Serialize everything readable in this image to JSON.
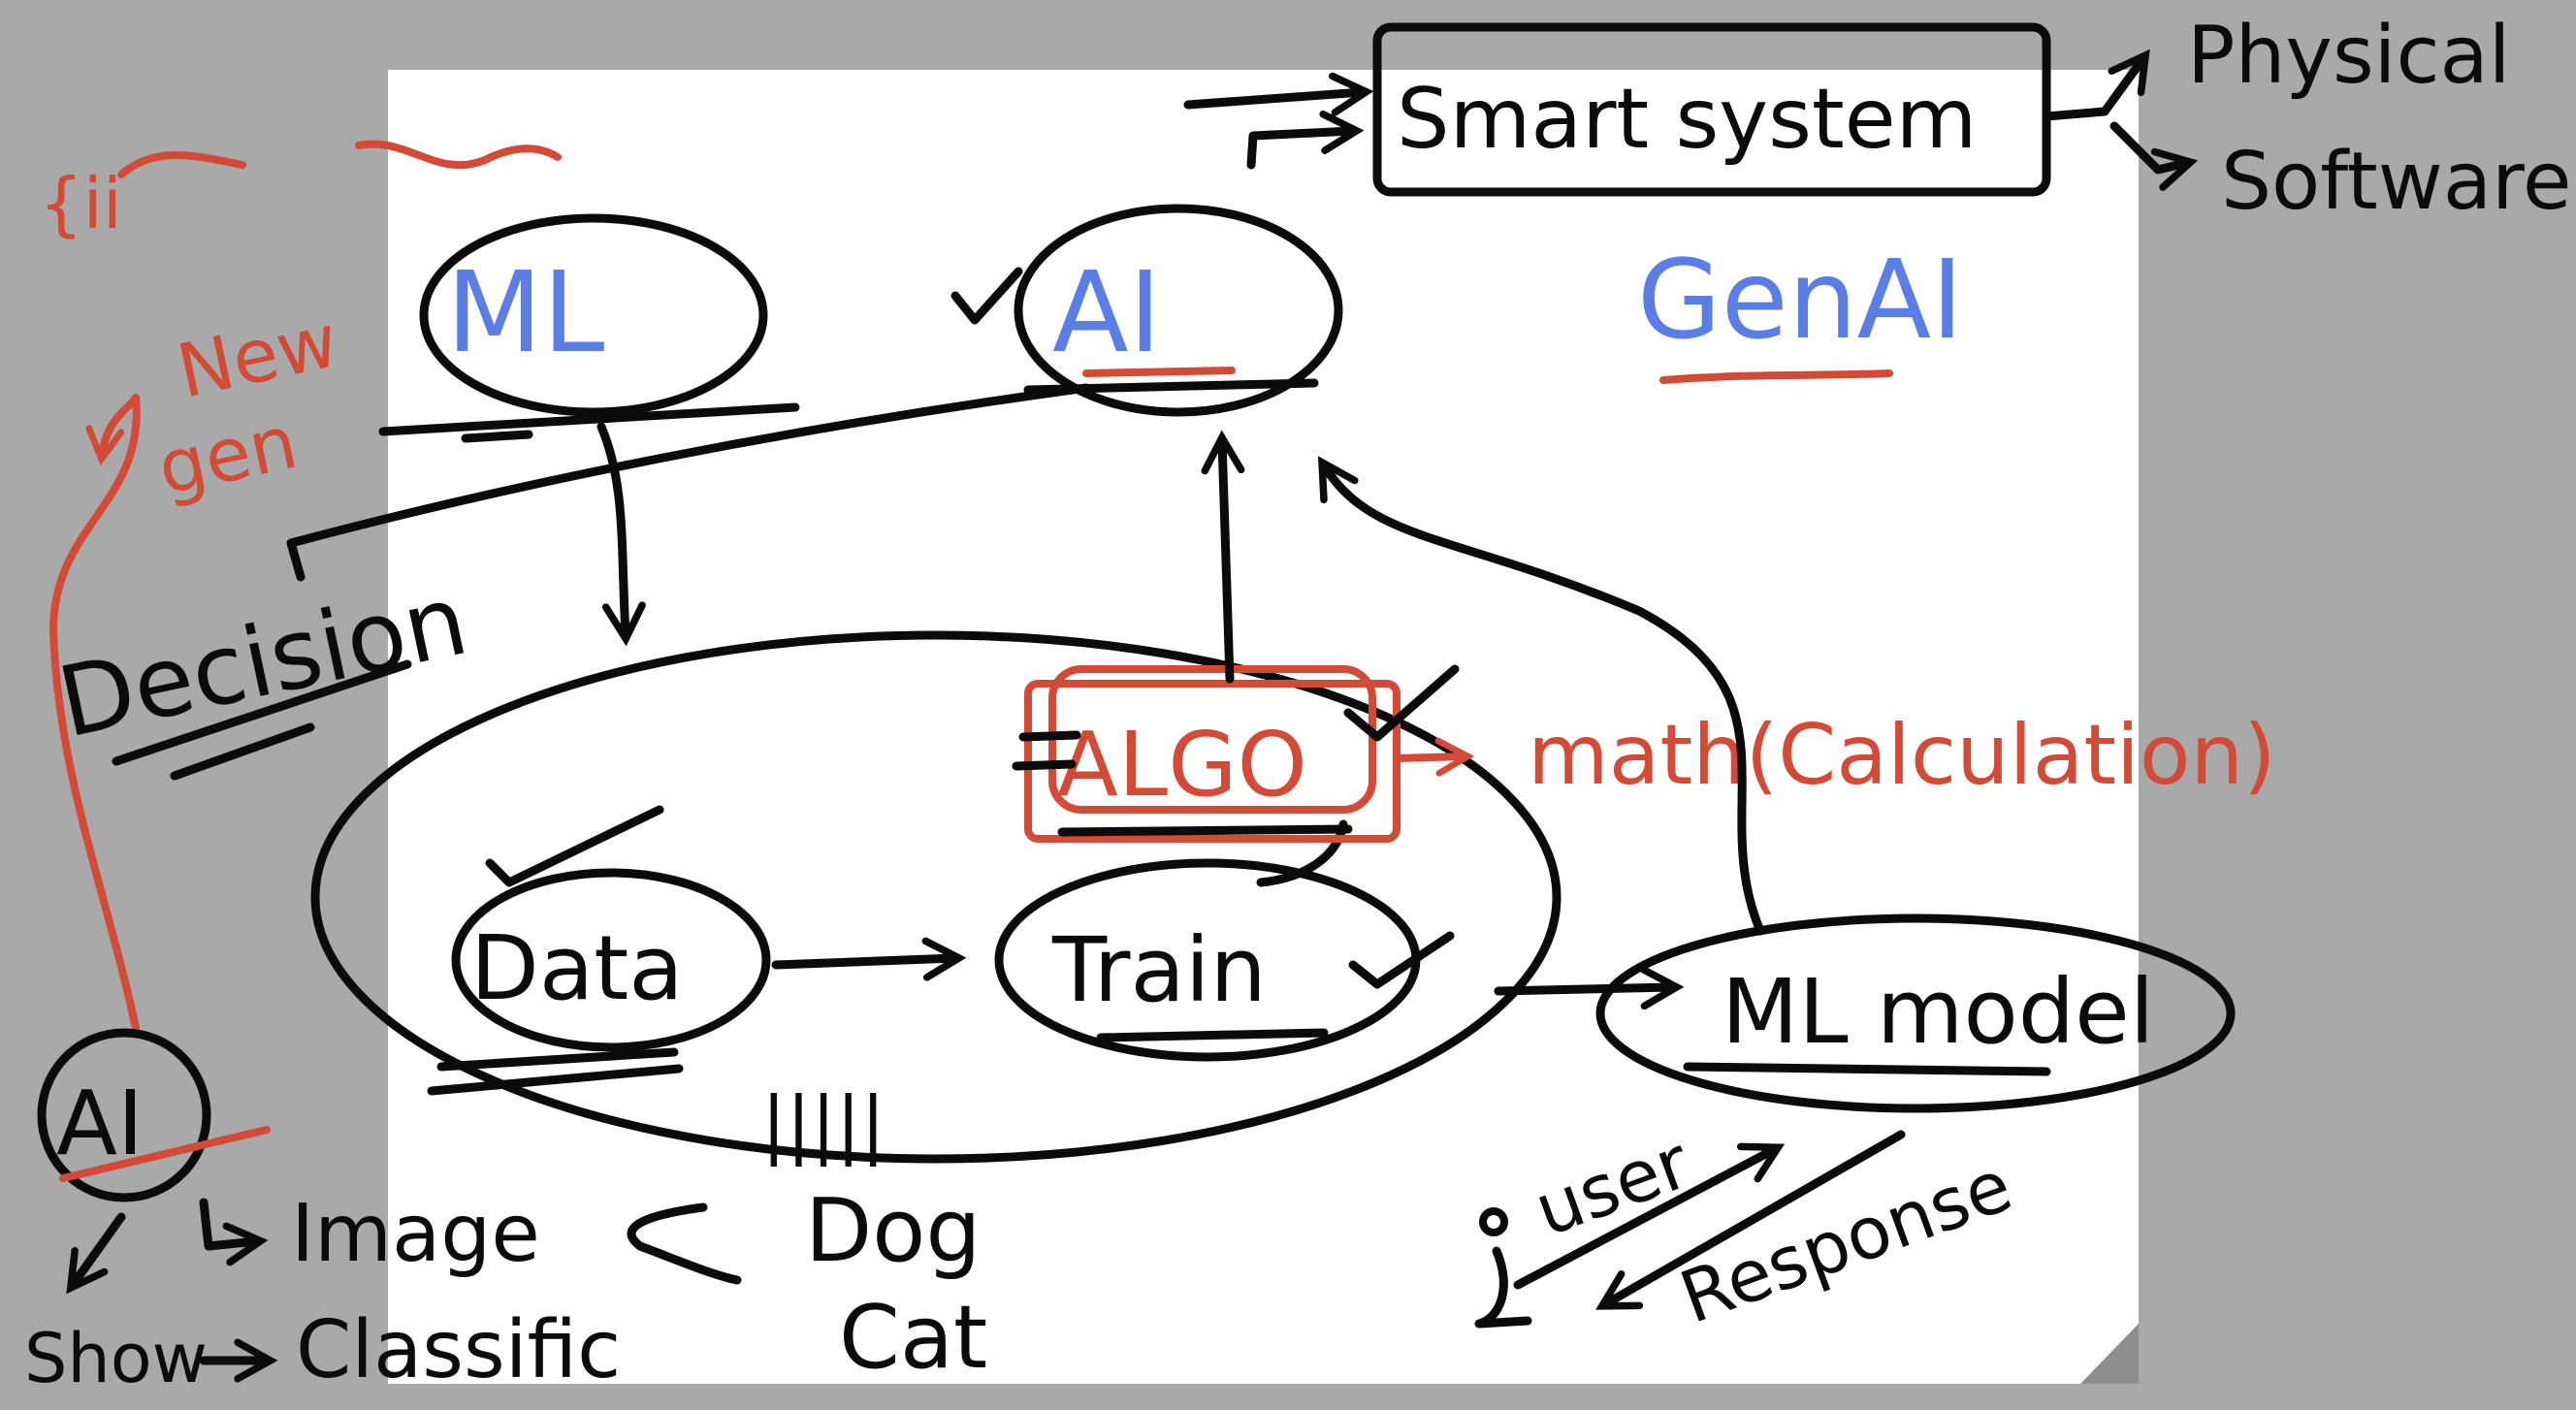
{
  "colors": {
    "background": "#a9a9a9",
    "canvas": "#ffffff",
    "ink_black": "#0b0b0b",
    "ink_blue": "#5a7ee6",
    "ink_red": "#d34a36",
    "corner_fold": "#8e8e8e"
  },
  "labels": {
    "ml": "ML",
    "ai_top": "AI",
    "gen_ai": "GenAI",
    "smart_system": "Smart system",
    "physical": "Physical",
    "software": "Software",
    "decision": "Decision",
    "new_gen": "New",
    "new_gen_2": "gen",
    "data": "Data",
    "train": "Train",
    "algo": "ALGO",
    "math_calc": "math(Calculation)",
    "ml_model": "ML model",
    "dog": "Dog",
    "cat": "Cat",
    "tally": "|||||",
    "user": "user",
    "response": "Response",
    "ai_small": "AI",
    "image": "Image",
    "show": "Show",
    "classific": "Classific",
    "red_mark": "{ii"
  }
}
